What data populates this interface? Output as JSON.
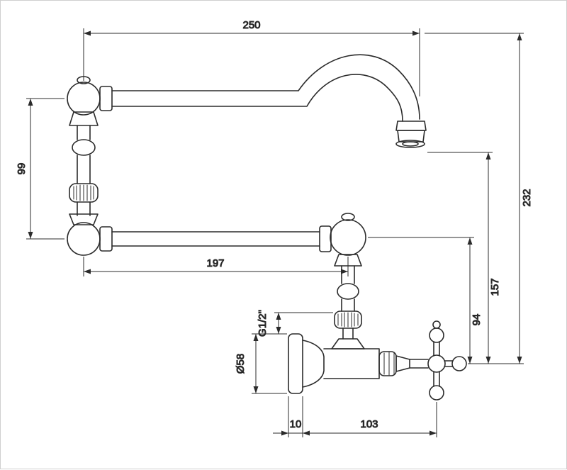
{
  "drawing": {
    "labels": {
      "width_top": "250",
      "height_left": "99",
      "arm_length": "197",
      "height_total": "232",
      "height_spout": "157",
      "height_arm": "94",
      "thread_size": "G1/2\"",
      "flange_diameter": "Ø58",
      "flange_depth": "10",
      "body_length": "103"
    }
  }
}
